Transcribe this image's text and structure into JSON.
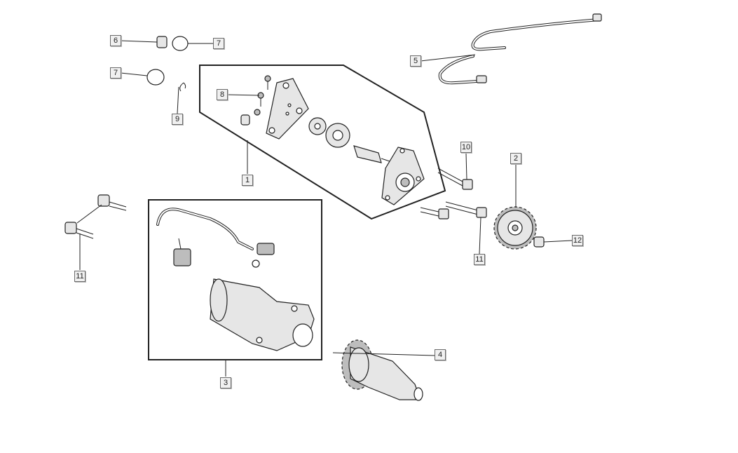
{
  "diagram": {
    "callouts": [
      {
        "id": "c6",
        "label": "6"
      },
      {
        "id": "c7a",
        "label": "7"
      },
      {
        "id": "c7b",
        "label": "7"
      },
      {
        "id": "c9",
        "label": "9"
      },
      {
        "id": "c8",
        "label": "8"
      },
      {
        "id": "c1",
        "label": "1"
      },
      {
        "id": "c5",
        "label": "5"
      },
      {
        "id": "c10",
        "label": "10"
      },
      {
        "id": "c2",
        "label": "2"
      },
      {
        "id": "c11a",
        "label": "11"
      },
      {
        "id": "c11b",
        "label": "11"
      },
      {
        "id": "c12",
        "label": "12"
      },
      {
        "id": "c3",
        "label": "3"
      },
      {
        "id": "c4",
        "label": "4"
      }
    ],
    "colors": {
      "ink": "#222222",
      "callout_bg": "#f0f0f0",
      "callout_border": "#6a6a6a",
      "part_fill": "#e6e6e6"
    }
  }
}
